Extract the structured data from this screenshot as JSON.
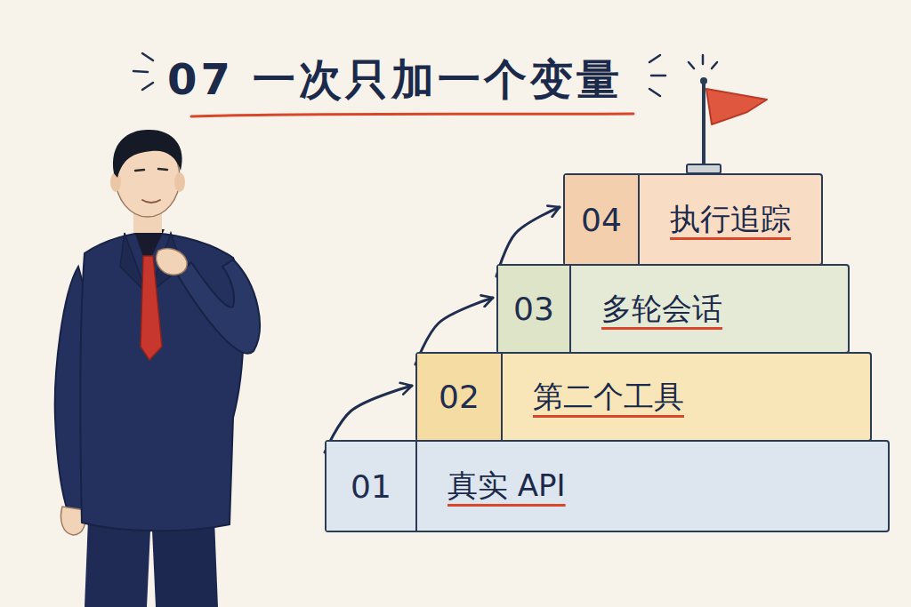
{
  "diagram": {
    "title": "07 一次只加一个变量",
    "nodes": [
      {
        "text": [
          "01",
          "真实 API"
        ]
      },
      {
        "text": [
          "02",
          "第二个工具"
        ]
      },
      {
        "text": [
          "03",
          "多轮会话"
        ]
      },
      {
        "text": [
          "04",
          "执行追踪"
        ]
      }
    ],
    "edges": [
      {
        "from": 0,
        "to": 1,
        "arrow": "to"
      },
      {
        "from": 1,
        "to": 2,
        "arrow": "to"
      },
      {
        "from": 2,
        "to": 3,
        "arrow": "to"
      }
    ]
  }
}
